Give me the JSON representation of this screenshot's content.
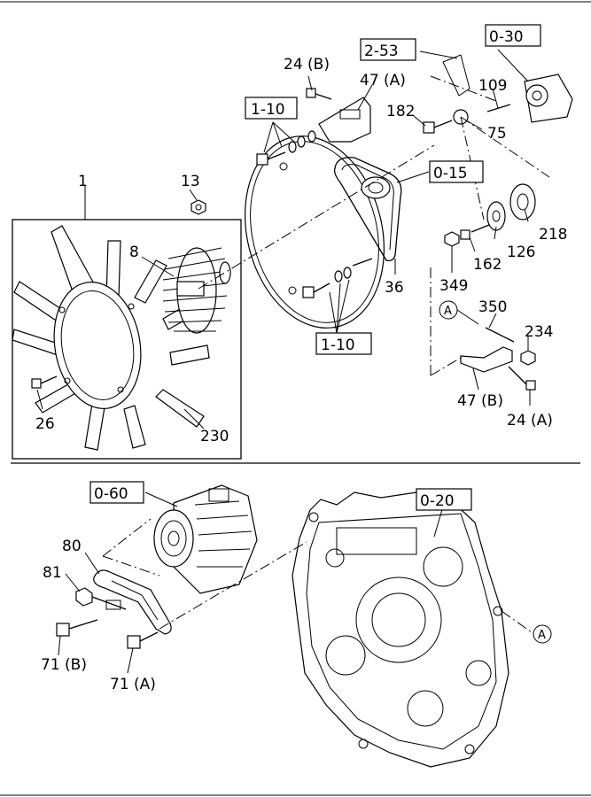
{
  "labels": {
    "l_24b": "24 (B)",
    "l_47a": "47 (A)",
    "l_2_53": "2-53",
    "l_0_30": "0-30",
    "l_109": "109",
    "l_182": "182",
    "l_75": "75",
    "l_1_10_top": "1-10",
    "l_0_15": "0-15",
    "l_13": "13",
    "l_1": "1",
    "l_8": "8",
    "l_218": "218",
    "l_126": "126",
    "l_162": "162",
    "l_349": "349",
    "l_36": "36",
    "l_1_10_mid": "1-10",
    "l_a_top": "A",
    "l_350": "350",
    "l_234": "234",
    "l_47b": "47 (B)",
    "l_24a": "24 (A)",
    "l_26": "26",
    "l_230": "230",
    "l_0_60": "0-60",
    "l_0_20": "0-20",
    "l_80": "80",
    "l_81": "81",
    "l_71b": "71 (B)",
    "l_71a": "71 (A)",
    "l_a_bottom": "A"
  }
}
